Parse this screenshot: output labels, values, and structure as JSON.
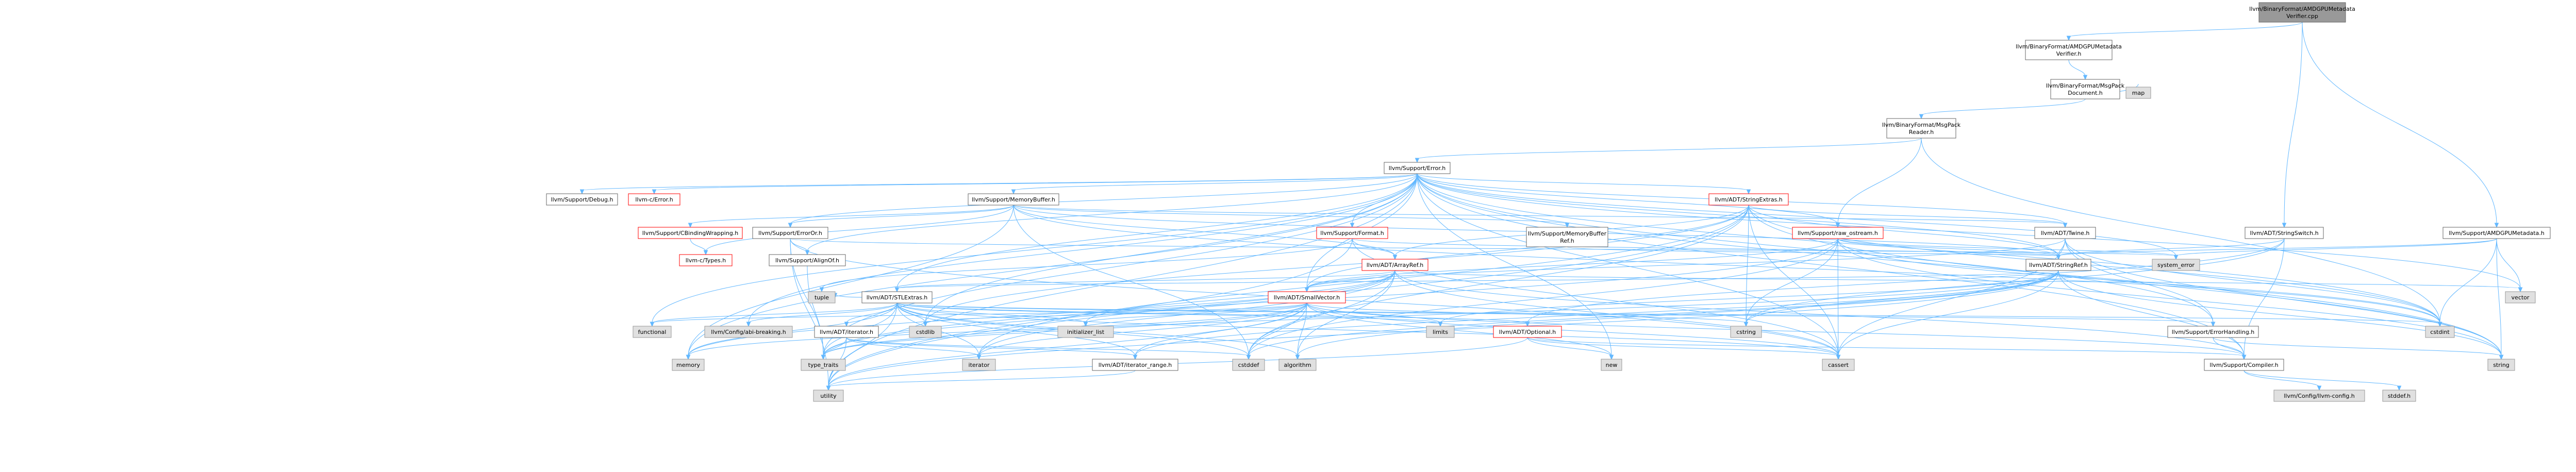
{
  "colors": {
    "edge": "#63b8ff",
    "root_fill": "#999999",
    "system_fill": "#e0e0e0",
    "truncated_stroke": "#ff0000"
  },
  "nodes": [
    {
      "id": "root",
      "label": [
        "llvm/BinaryFormat/AMDGPUMetadata",
        "Verifier.cpp"
      ],
      "kind": "root"
    },
    {
      "id": "verifier_h",
      "label": [
        "llvm/BinaryFormat/AMDGPUMetadata",
        "Verifier.h"
      ],
      "kind": "normal"
    },
    {
      "id": "msgpack_doc",
      "label": [
        "llvm/BinaryFormat/MsgPack",
        "Document.h"
      ],
      "kind": "normal"
    },
    {
      "id": "map",
      "label": [
        "map"
      ],
      "kind": "system"
    },
    {
      "id": "msgpack_reader",
      "label": [
        "llvm/BinaryFormat/MsgPack",
        "Reader.h"
      ],
      "kind": "normal"
    },
    {
      "id": "error_h",
      "label": [
        "llvm/Support/Error.h"
      ],
      "kind": "normal"
    },
    {
      "id": "debug_h",
      "label": [
        "llvm/Support/Debug.h"
      ],
      "kind": "normal"
    },
    {
      "id": "c_error",
      "label": [
        "llvm-c/Error.h"
      ],
      "kind": "truncated"
    },
    {
      "id": "memorybuffer",
      "label": [
        "llvm/Support/MemoryBuffer.h"
      ],
      "kind": "normal"
    },
    {
      "id": "stringextras",
      "label": [
        "llvm/ADT/StringExtras.h"
      ],
      "kind": "truncated"
    },
    {
      "id": "stringswitch",
      "label": [
        "llvm/ADT/StringSwitch.h"
      ],
      "kind": "normal"
    },
    {
      "id": "amdgpumetadata",
      "label": [
        "llvm/Support/AMDGPUMetadata.h"
      ],
      "kind": "normal"
    },
    {
      "id": "cbinding",
      "label": [
        "llvm/Support/CBindingWrapping.h"
      ],
      "kind": "truncated"
    },
    {
      "id": "c_types",
      "label": [
        "llvm-c/Types.h"
      ],
      "kind": "truncated"
    },
    {
      "id": "erroror",
      "label": [
        "llvm/Support/ErrorOr.h"
      ],
      "kind": "normal"
    },
    {
      "id": "alignof",
      "label": [
        "llvm/Support/AlignOf.h"
      ],
      "kind": "normal"
    },
    {
      "id": "format_h",
      "label": [
        "llvm/Support/Format.h"
      ],
      "kind": "truncated"
    },
    {
      "id": "membufref",
      "label": [
        "llvm/Support/MemoryBuffer",
        "Ref.h"
      ],
      "kind": "normal"
    },
    {
      "id": "raw_ostream",
      "label": [
        "llvm/Support/raw_ostream.h"
      ],
      "kind": "truncated"
    },
    {
      "id": "twine",
      "label": [
        "llvm/ADT/Twine.h"
      ],
      "kind": "normal"
    },
    {
      "id": "arrayref",
      "label": [
        "llvm/ADT/ArrayRef.h"
      ],
      "kind": "truncated"
    },
    {
      "id": "stringref",
      "label": [
        "llvm/ADT/StringRef.h"
      ],
      "kind": "normal"
    },
    {
      "id": "system_error",
      "label": [
        "system_error"
      ],
      "kind": "system"
    },
    {
      "id": "stlextras",
      "label": [
        "llvm/ADT/STLExtras.h"
      ],
      "kind": "normal"
    },
    {
      "id": "smallvector",
      "label": [
        "llvm/ADT/SmallVector.h"
      ],
      "kind": "truncated"
    },
    {
      "id": "vector",
      "label": [
        "vector"
      ],
      "kind": "system"
    },
    {
      "id": "iterator_h",
      "label": [
        "llvm/ADT/iterator.h"
      ],
      "kind": "normal"
    },
    {
      "id": "optional_h",
      "label": [
        "llvm/ADT/Optional.h"
      ],
      "kind": "truncated"
    },
    {
      "id": "errorhandling",
      "label": [
        "llvm/Support/ErrorHandling.h"
      ],
      "kind": "normal"
    },
    {
      "id": "compiler_h",
      "label": [
        "llvm/Support/Compiler.h"
      ],
      "kind": "normal"
    },
    {
      "id": "iterator_range",
      "label": [
        "llvm/ADT/iterator_range.h"
      ],
      "kind": "normal"
    },
    {
      "id": "config_h",
      "label": [
        "llvm/Config/llvm-config.h"
      ],
      "kind": "system"
    },
    {
      "id": "stddef_h",
      "label": [
        "stddef.h"
      ],
      "kind": "system"
    },
    {
      "id": "abi_breaking",
      "label": [
        "llvm/Config/abi-breaking.h"
      ],
      "kind": "system"
    },
    {
      "id": "functional",
      "label": [
        "functional"
      ],
      "kind": "system"
    },
    {
      "id": "memory",
      "label": [
        "memory"
      ],
      "kind": "system"
    },
    {
      "id": "type_traits",
      "label": [
        "type_traits"
      ],
      "kind": "system"
    },
    {
      "id": "utility",
      "label": [
        "utility"
      ],
      "kind": "system"
    },
    {
      "id": "tuple",
      "label": [
        "tuple"
      ],
      "kind": "system"
    },
    {
      "id": "cstdlib",
      "label": [
        "cstdlib"
      ],
      "kind": "system"
    },
    {
      "id": "initializer_list",
      "label": [
        "initializer_list"
      ],
      "kind": "system"
    },
    {
      "id": "iterator",
      "label": [
        "iterator"
      ],
      "kind": "system"
    },
    {
      "id": "limits",
      "label": [
        "limits"
      ],
      "kind": "system"
    },
    {
      "id": "cstddef",
      "label": [
        "cstddef"
      ],
      "kind": "system"
    },
    {
      "id": "algorithm",
      "label": [
        "algorithm"
      ],
      "kind": "system"
    },
    {
      "id": "new",
      "label": [
        "new"
      ],
      "kind": "system"
    },
    {
      "id": "cstring",
      "label": [
        "cstring"
      ],
      "kind": "system"
    },
    {
      "id": "cassert",
      "label": [
        "cassert"
      ],
      "kind": "system"
    },
    {
      "id": "cstdint",
      "label": [
        "cstdint"
      ],
      "kind": "system"
    },
    {
      "id": "string",
      "label": [
        "string"
      ],
      "kind": "system"
    }
  ]
}
